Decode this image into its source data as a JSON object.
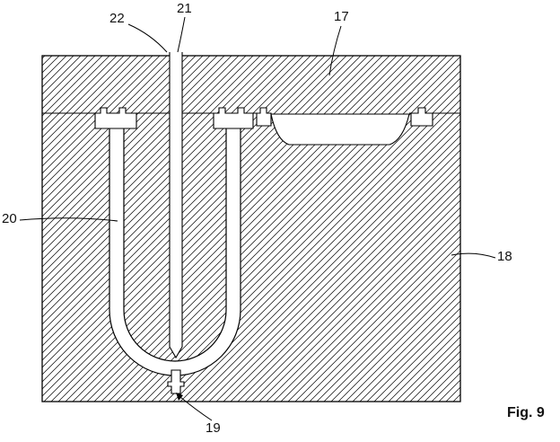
{
  "figure": {
    "caption": "Fig. 9",
    "description": "Patent-style cross-section drawing of a mold with U-shaped channel",
    "labels": {
      "n17": "17",
      "n18": "18",
      "n19": "19",
      "n20": "20",
      "n21": "21",
      "n22": "22"
    },
    "colors": {
      "line": "#000000",
      "background": "#ffffff"
    }
  }
}
